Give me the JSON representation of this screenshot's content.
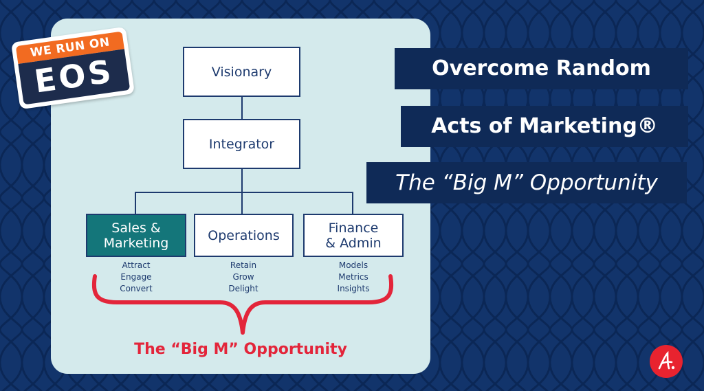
{
  "badge": {
    "top_text": "WE RUN ON",
    "main_text": "EOS"
  },
  "org_chart": {
    "visionary": "Visionary",
    "integrator": "Integrator",
    "departments": [
      {
        "line1": "Sales &",
        "line2": "Marketing",
        "highlighted": true,
        "items": [
          "Attract",
          "Engage",
          "Convert"
        ]
      },
      {
        "line1": "Operations",
        "line2": "",
        "highlighted": false,
        "items": [
          "Retain",
          "Grow",
          "Delight"
        ]
      },
      {
        "line1": "Finance",
        "line2": "& Admin",
        "highlighted": false,
        "items": [
          "Models",
          "Metrics",
          "Insights"
        ]
      }
    ]
  },
  "brace_caption": "The “Big M” Opportunity",
  "headline": {
    "line1": "Overcome Random",
    "line2": "Acts of Marketing®",
    "line3": "The “Big M” Opportunity"
  },
  "colors": {
    "background": "#12346b",
    "panel": "#d4eaec",
    "navy": "#1d3a6e",
    "teal": "#14767a",
    "red": "#e3253a",
    "orange": "#f26b21"
  },
  "logo_icon": "a-logo-icon"
}
